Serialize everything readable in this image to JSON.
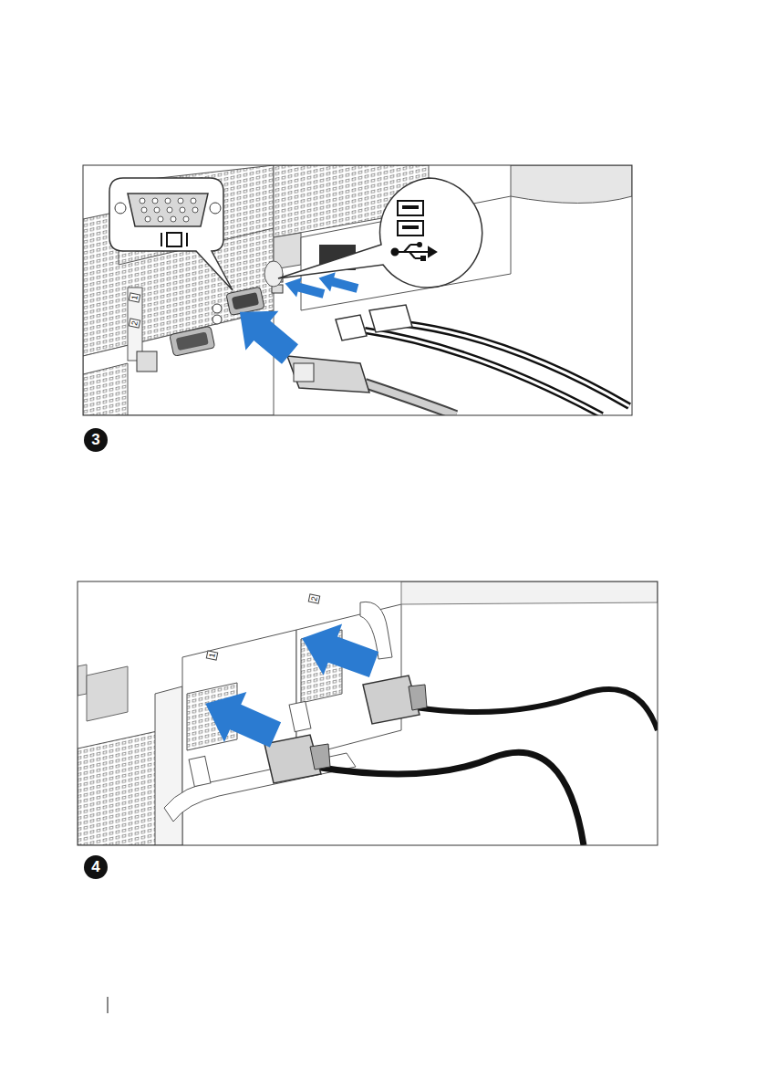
{
  "diagram": {
    "labels": [
      "1",
      "2",
      "3",
      "2",
      "1",
      "4"
    ]
  }
}
